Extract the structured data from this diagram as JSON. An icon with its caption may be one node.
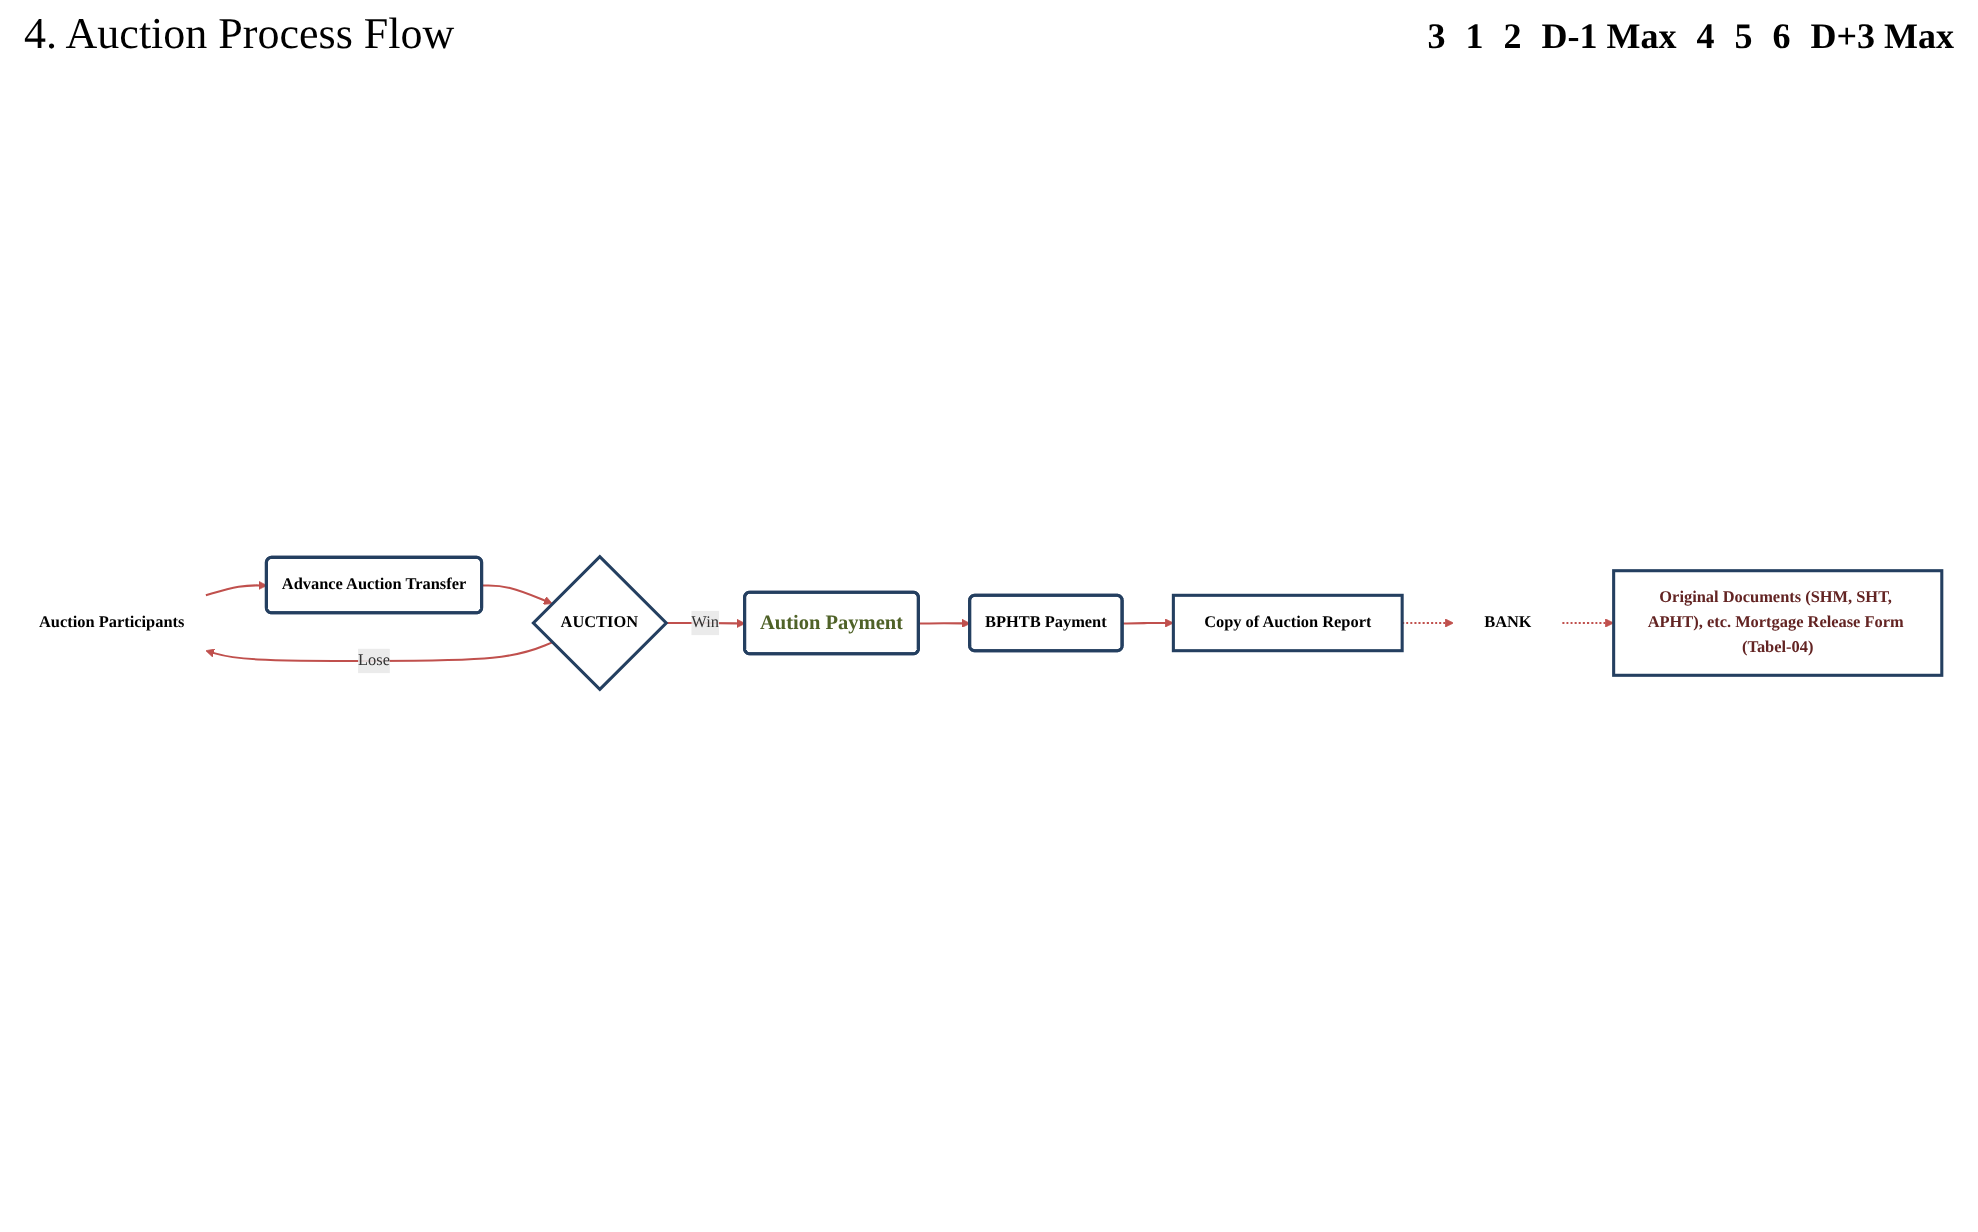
{
  "diagram": {
    "title": "4. Auction Process Flow",
    "nodes": [
      {
        "text": [
          "Auction Participants"
        ]
      },
      {
        "text": [
          "Advance Auction Transfer"
        ]
      },
      {
        "text": [
          "AUCTION"
        ]
      },
      {
        "text": [
          "Aution Payment"
        ]
      },
      {
        "text": [
          "BPHTB Payment"
        ]
      },
      {
        "text": [
          "Copy of Auction Report"
        ]
      },
      {
        "text": [
          "BANK"
        ]
      },
      {
        "text": [
          "Original Documents (SHM, SHT, APHT), etc. Mortgage Release Form (Tabel-04)"
        ]
      }
    ],
    "edges": [
      {
        "from": 0,
        "to": 1,
        "arrow": "to"
      },
      {
        "from": 1,
        "to": 2,
        "arrow": "to"
      },
      {
        "from": 2,
        "to": 0,
        "arrow": "to",
        "label": "Lose"
      },
      {
        "from": 2,
        "to": 3,
        "arrow": "to",
        "label": "Win"
      },
      {
        "from": 3,
        "to": 4,
        "arrow": "to"
      },
      {
        "from": 4,
        "to": 5,
        "arrow": "to"
      },
      {
        "from": 5,
        "to": 6,
        "arrow": "to",
        "style": "dashed"
      },
      {
        "from": 6,
        "to": 7,
        "arrow": "to",
        "style": "dashed"
      }
    ],
    "labels": [
      "3",
      "1",
      "2",
      "D-1 Max",
      "4",
      "5",
      "6",
      "D+3 Max"
    ]
  }
}
